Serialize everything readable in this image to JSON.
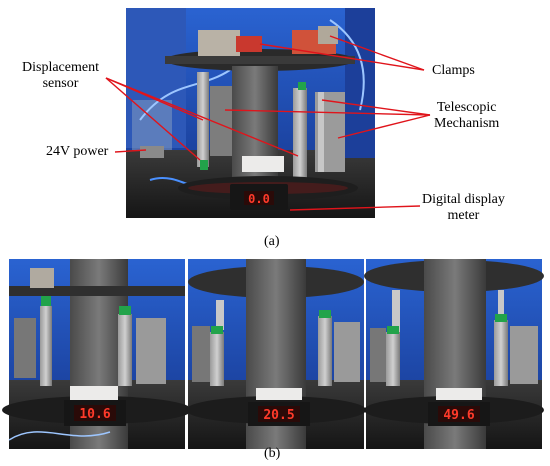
{
  "figure": {
    "top": {
      "labels": {
        "displacement_1": "Displacement",
        "displacement_2": "sensor",
        "clamps": "Clamps",
        "telescopic_1": "Telescopic",
        "telescopic_2": "Mechanism",
        "power": "24V power",
        "meter_1": "Digital display",
        "meter_2": "meter"
      },
      "display_value": "0.0",
      "caption": "(a)"
    },
    "bottom": {
      "display_values": [
        "10.6",
        "20.5",
        "49.6"
      ],
      "caption": "(b)"
    }
  },
  "colors": {
    "leader_lines": "#e0141b",
    "display_digits": "#ff3a2a",
    "background_blue": "#1f4fb8"
  }
}
